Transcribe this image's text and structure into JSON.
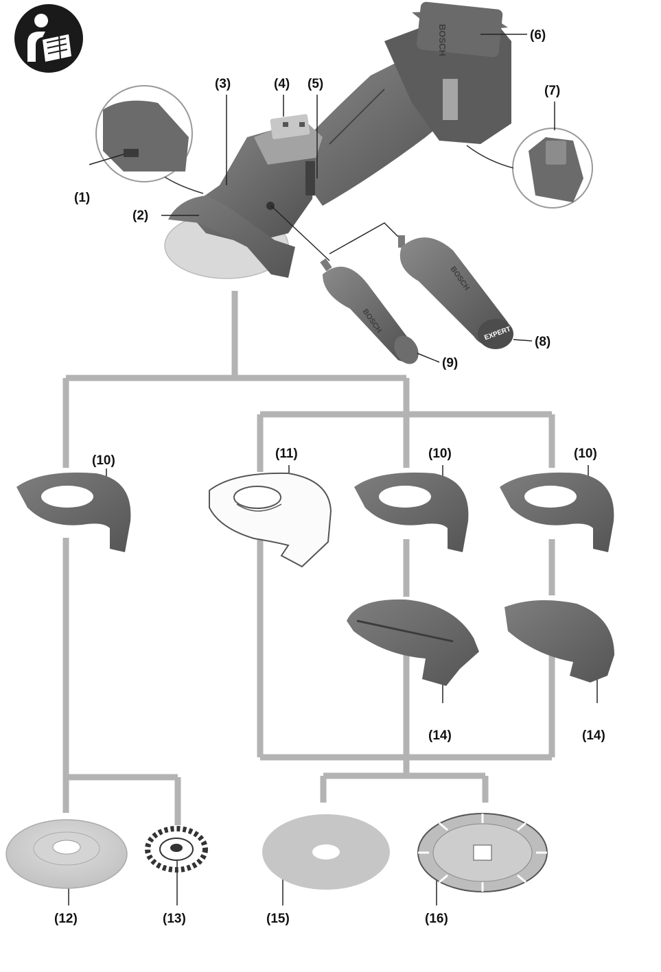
{
  "icon": "read-manual-icon",
  "colors": {
    "connector": "#b3b3b3",
    "part_dark": "#5e5e5e",
    "part_mid": "#7b7b7b",
    "part_light": "#9a9a9a",
    "disc_light": "#c9c9c9",
    "label_text": "#111111"
  },
  "branding": {
    "battery": "BOSCH",
    "handle": "BOSCH",
    "handle_end": "EXPERT",
    "side_handle": "BOSCH"
  },
  "labels": {
    "l1": "(1)",
    "l2": "(2)",
    "l3": "(3)",
    "l4": "(4)",
    "l5": "(5)",
    "l6": "(6)",
    "l7": "(7)",
    "l8": "(8)",
    "l9": "(9)",
    "l10a": "(10)",
    "l10b": "(10)",
    "l10c": "(10)",
    "l11": "(11)",
    "l12": "(12)",
    "l13": "(13)",
    "l14a": "(14)",
    "l14b": "(14)",
    "l15": "(15)",
    "l16": "(16)"
  }
}
